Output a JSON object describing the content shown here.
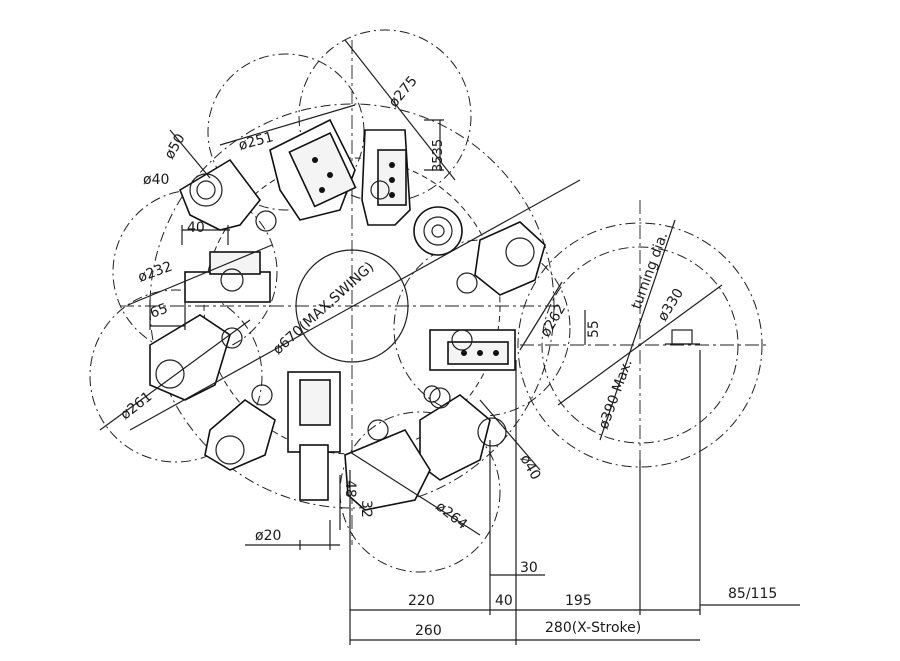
{
  "diagram": {
    "labels": {
      "d50": "ø50",
      "d251": "ø251",
      "d275": "ø275",
      "dim_35_35": "3535",
      "d40_top": "ø40",
      "dim40_left": "40",
      "d232": "ø232",
      "dim65": "65",
      "d261": "ø261",
      "d670": "ø670(MAX.SWING)",
      "d262": "ø262",
      "dim55": "55",
      "turning": "turning dia.",
      "d330": "ø330",
      "d390": "ø390 Max.",
      "d40_bottom": "ø40",
      "dim48": "48",
      "dim32": "32",
      "d264": "ø264",
      "d20": "ø20",
      "dim30": "30",
      "dim220": "220",
      "dim40_bottom": "40",
      "dim195": "195",
      "dim85_115": "85/115",
      "dim260": "260",
      "dim280": "280(X-Stroke)"
    }
  }
}
